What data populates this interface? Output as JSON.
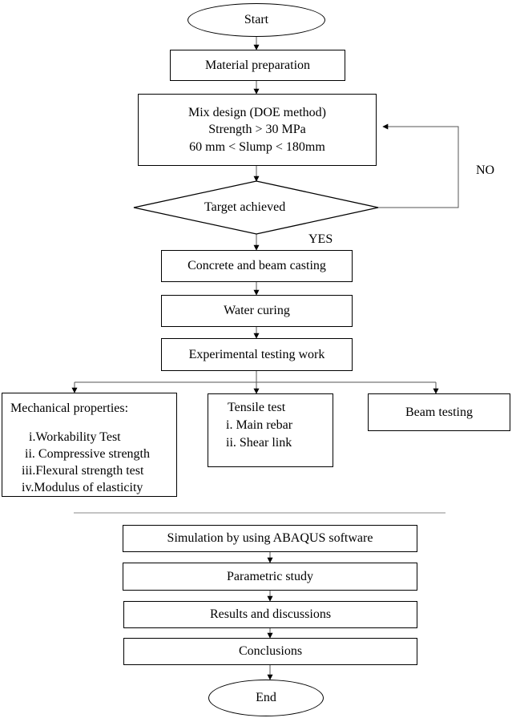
{
  "flowchart": {
    "start": "Start",
    "material_preparation": "Material preparation",
    "mix_design": [
      "Mix design (DOE method)",
      "Strength > 30 MPa",
      "60 mm < Slump < 180mm"
    ],
    "decision": "Target achieved",
    "no_label": "NO",
    "yes_label": "YES",
    "casting": "Concrete and beam casting",
    "curing": "Water curing",
    "testing": "Experimental testing work",
    "mechanical": {
      "title": "Mechanical properties:",
      "items": [
        "i.Workability Test",
        "ii.  Compressive strength",
        "iii.Flexural strength test",
        "iv.Modulus of elasticity"
      ]
    },
    "tensile": {
      "title": "Tensile test",
      "items": [
        "i.  Main rebar",
        "ii.  Shear link"
      ]
    },
    "beam": "Beam testing",
    "simulation": "Simulation by using ABAQUS software",
    "parametric": "Parametric study",
    "results": "Results and discussions",
    "conclusions": "Conclusions",
    "end": "End"
  }
}
